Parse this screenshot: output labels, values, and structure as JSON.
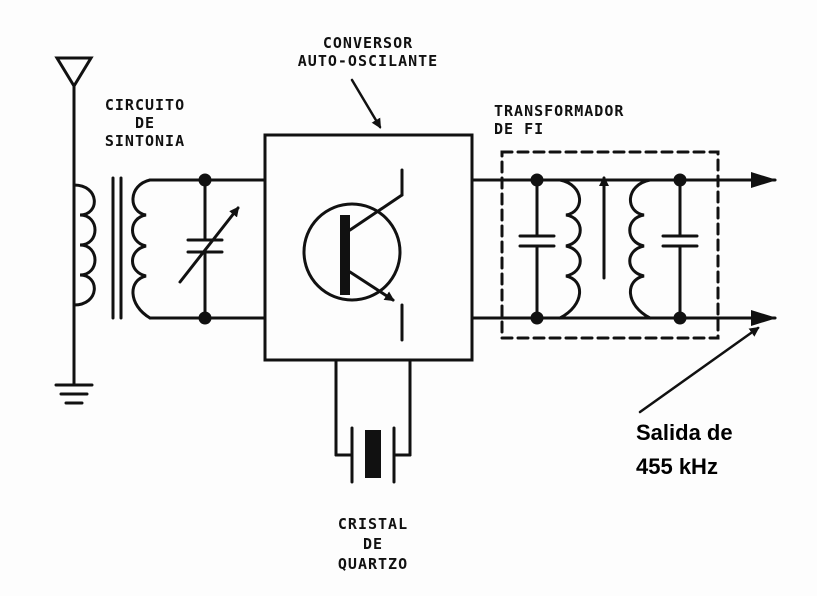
{
  "labels": {
    "converter": [
      "CONVERSOR",
      "AUTO-OSCILANTE"
    ],
    "tuning": [
      "CIRCUITO",
      "DE",
      "SINTONIA"
    ],
    "if_transformer": [
      "TRANSFORMADOR",
      "DE FI"
    ],
    "crystal": [
      "CRISTAL",
      "DE",
      "QUARTZO"
    ],
    "output_note": [
      "Salida de",
      "455 kHz"
    ]
  },
  "colors": {
    "ink": "#111111",
    "background": "#fdfdfd"
  }
}
